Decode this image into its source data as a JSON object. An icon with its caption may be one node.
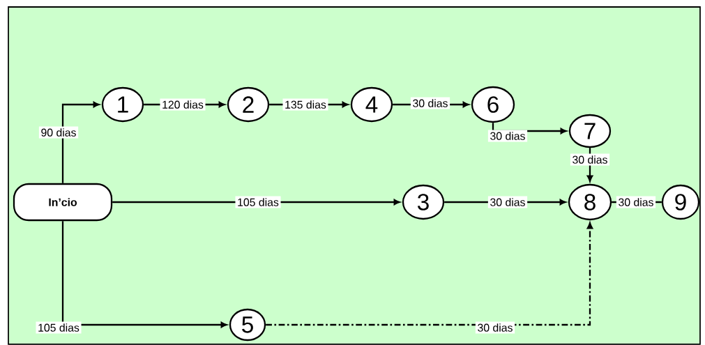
{
  "diagram": {
    "nodes": [
      {
        "text": [
          "1"
        ]
      },
      {
        "text": [
          "2"
        ]
      },
      {
        "text": [
          "4"
        ]
      },
      {
        "text": [
          "6"
        ]
      },
      {
        "text": [
          "7"
        ]
      },
      {
        "text": [
          "In’cio"
        ]
      },
      {
        "text": [
          "3"
        ]
      },
      {
        "text": [
          "8"
        ]
      },
      {
        "text": [
          "9"
        ]
      },
      {
        "text": [
          "5"
        ]
      }
    ],
    "edges": [
      {
        "from": 5,
        "to": 0,
        "arrow": "to",
        "label": "90 dias"
      },
      {
        "from": 0,
        "to": 1,
        "arrow": "to",
        "label": "120 dias"
      },
      {
        "from": 1,
        "to": 2,
        "arrow": "to",
        "label": "135 dias"
      },
      {
        "from": 2,
        "to": 3,
        "arrow": "to",
        "label": "30 dias"
      },
      {
        "from": 3,
        "to": 4,
        "arrow": "to",
        "label": "30 dias"
      },
      {
        "from": 4,
        "to": 7,
        "arrow": "to",
        "label": "30 dias"
      },
      {
        "from": 5,
        "to": 6,
        "arrow": "to",
        "label": "105 dias"
      },
      {
        "from": 6,
        "to": 7,
        "arrow": "to",
        "label": "30 dias"
      },
      {
        "from": 7,
        "to": 8,
        "arrow": "none",
        "label": "30 dias"
      },
      {
        "from": 5,
        "to": 9,
        "arrow": "to",
        "label": "105 dias"
      },
      {
        "from": 9,
        "to": 7,
        "arrow": "to",
        "label": "30 dias",
        "style": "dashed"
      }
    ]
  }
}
